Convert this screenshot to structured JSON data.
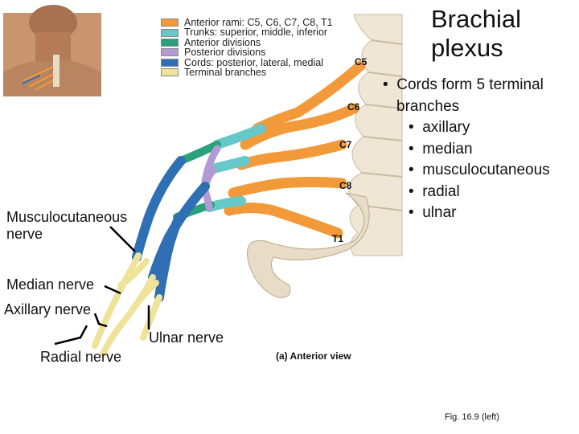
{
  "legend": {
    "items": [
      {
        "label": "Anterior rami: C5, C6, C7, C8, T1",
        "color": "#f29a3a"
      },
      {
        "label": "Trunks: superior, middle, inferior",
        "color": "#66c8c8"
      },
      {
        "label": "Anterior divisions",
        "color": "#2aa17a"
      },
      {
        "label": "Posterior divisions",
        "color": "#b39ad6"
      },
      {
        "label": "Cords: posterior, lateral, medial",
        "color": "#2f6fb3"
      },
      {
        "label": "Terminal branches",
        "color": "#efe39a"
      }
    ]
  },
  "title": {
    "line1": "Brachial",
    "line2": "plexus"
  },
  "bullets": {
    "main_line1": "Cords form 5 terminal",
    "main_line2": "branches",
    "items": [
      "axillary",
      "median",
      "musculocutaneous",
      "radial",
      "ulnar"
    ]
  },
  "levels": {
    "c5": "C5",
    "c6": "C6",
    "c7": "C7",
    "c8": "C8",
    "t1": "T1"
  },
  "labels": {
    "musculocutaneous_line1": "Musculocutaneous",
    "musculocutaneous_line2": "nerve",
    "median": "Median nerve",
    "axillary": "Axillary nerve",
    "ulnar": "Ulnar nerve",
    "radial": "Radial nerve"
  },
  "captions": {
    "view": "(a) Anterior view",
    "figure": "Fig. 16.9 (left)"
  },
  "colors": {
    "rami": "#f29a3a",
    "trunks": "#66c8c8",
    "anterior_divisions": "#2aa17a",
    "posterior_divisions": "#b39ad6",
    "cords": "#2f6fb3",
    "terminal": "#efe39a",
    "bone": "#e8dcc6"
  }
}
